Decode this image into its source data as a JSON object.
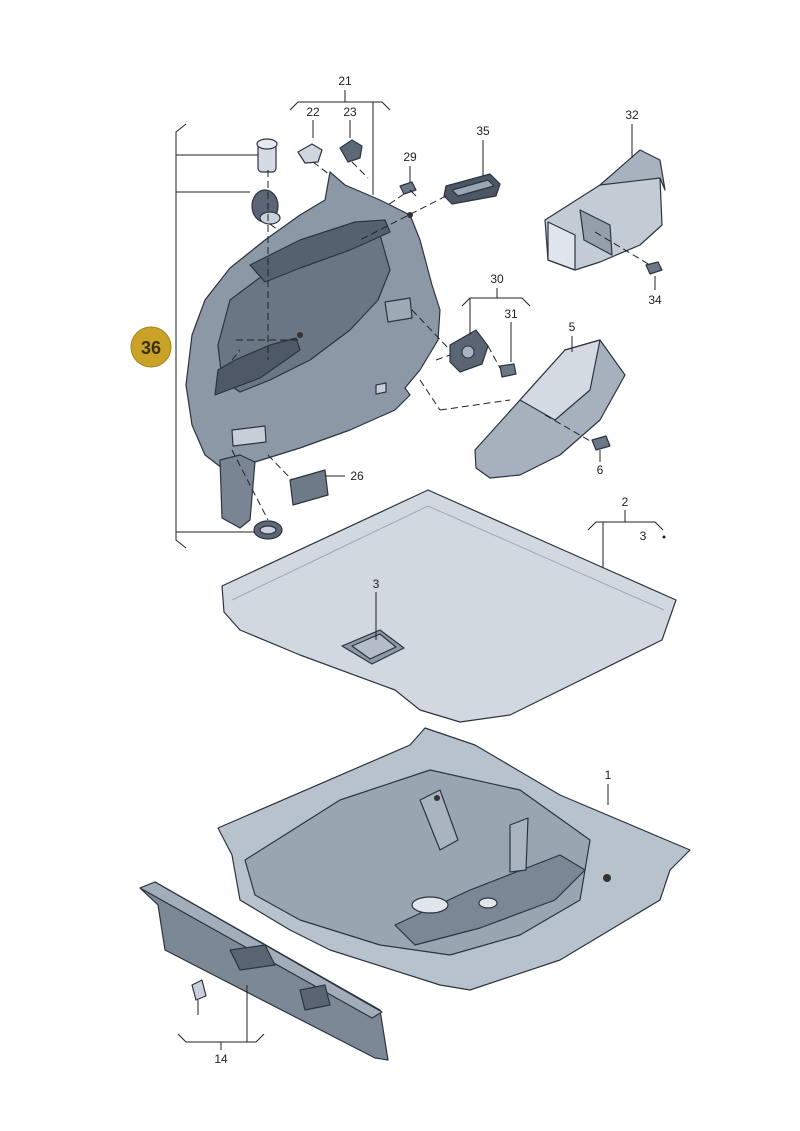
{
  "diagram": {
    "callouts": {
      "p21": "21",
      "p22": "22",
      "p23": "23",
      "p29": "29",
      "p35": "35",
      "p32": "32",
      "p34": "34",
      "p30": "30",
      "p31": "31",
      "p5": "5",
      "p6": "6",
      "p26": "26",
      "p2": "2",
      "p3a": "3",
      "p3b": "3",
      "p1": "1",
      "p14": "14"
    },
    "badge": {
      "label": "36",
      "color": "#c9a227"
    },
    "colors": {
      "part_fill": "#8e9aa8",
      "part_dark": "#5d6876",
      "part_light": "#c4ccd6",
      "floor_fill": "#b9c3ce",
      "mat_fill": "#d4dae2"
    }
  }
}
